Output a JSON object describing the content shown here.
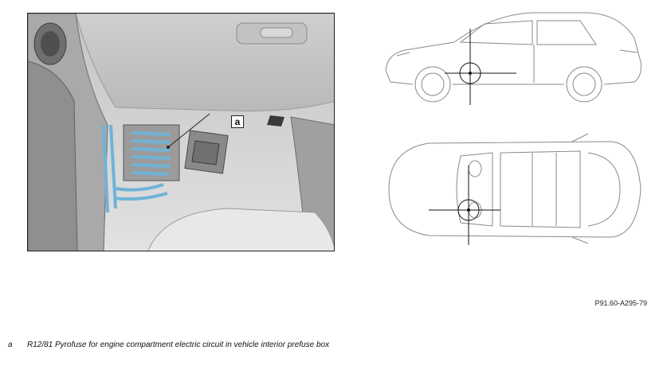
{
  "photo": {
    "callout_label": "a"
  },
  "figure": {
    "id": "P91.60-A295-79"
  },
  "legend": {
    "items": [
      {
        "key": "a",
        "text": "R12/81 Pyrofuse for engine compartment electric circuit in vehicle interior prefuse box"
      }
    ]
  },
  "colors": {
    "wire_blue": "#6fb3d8",
    "line_gray": "#8a8a8a"
  }
}
